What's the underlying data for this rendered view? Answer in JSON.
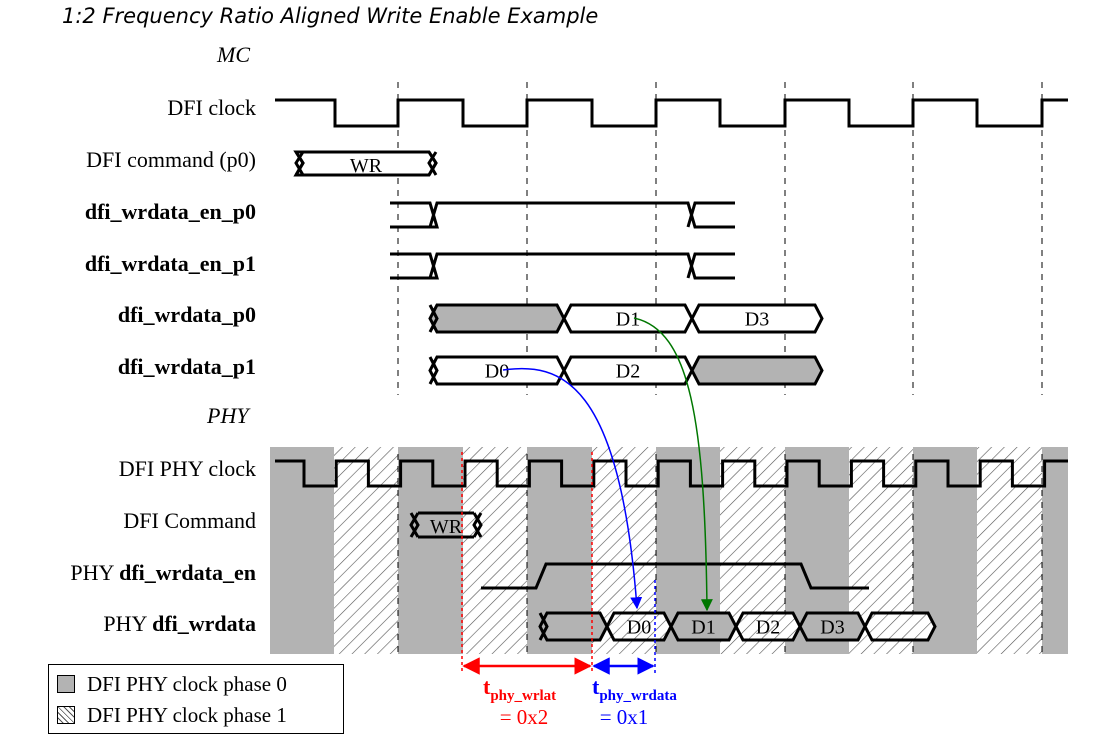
{
  "title": "1:2 Frequency Ratio Aligned Write Enable Example",
  "sections": {
    "mc": "MC",
    "phy": "PHY"
  },
  "signals": {
    "dfi_clock": "DFI clock",
    "dfi_command_p0": "DFI command (p0)",
    "wrdata_en_p0": "dfi_wrdata_en_p0",
    "wrdata_en_p1": "dfi_wrdata_en_p1",
    "wrdata_p0": "dfi_wrdata_p0",
    "wrdata_p1": "dfi_wrdata_p1",
    "phy_clock": "DFI PHY clock",
    "phy_command": "DFI Command",
    "phy_wrdata_en_prefix": "PHY",
    "phy_wrdata_en": "dfi_wrdata_en",
    "phy_wrdata_prefix": "PHY",
    "phy_wrdata": "dfi_wrdata"
  },
  "data_labels": {
    "wr": "WR",
    "d0": "D0",
    "d1": "D1",
    "d2": "D2",
    "d3": "D3"
  },
  "timing": {
    "wrlat_sub": "phy_wrlat",
    "wrlat_value": "= 0x2",
    "wrdata_sub": "phy_wrdata",
    "wrdata_value": "= 0x1",
    "t": "t"
  },
  "legend": {
    "phase0": "DFI PHY clock phase 0",
    "phase1": "DFI PHY clock phase 1"
  },
  "colors": {
    "phase0_fill": "#b3b3b3",
    "hatch": "#555555",
    "wrlat_color": "#ff0000",
    "wrdata_color": "#0000ff",
    "d1_arrow": "#007700",
    "d0_arrow": "#0000ff"
  }
}
